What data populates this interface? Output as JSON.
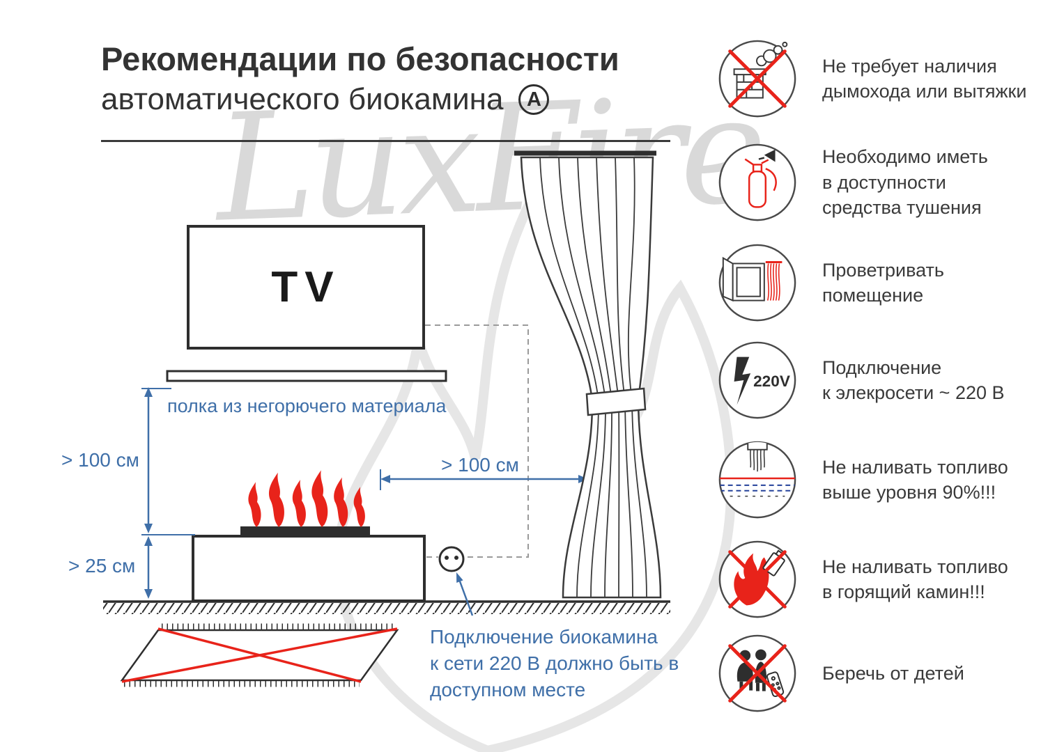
{
  "header": {
    "title_line1": "Рекомендации по безопасности",
    "title_line2": "автоматического биокамина",
    "badge": "A"
  },
  "watermark": {
    "text": "LuxFire"
  },
  "colors": {
    "accent_blue": "#3f6fa8",
    "alert_red": "#e8231a"
  },
  "diagram": {
    "tv_label": "TV",
    "shelf_label": "полка из негорючего материала",
    "dim_shelf_height": "> 100 см",
    "dim_base_height": "> 25 см",
    "dim_curtain_distance": "> 100 см",
    "outlet_note": "Подключение биокамина\nк сети 220 В должно быть в\nдоступном месте"
  },
  "safety_items": [
    {
      "icon": "no-chimney-icon",
      "label": "Не требует наличия\nдымохода или вытяжки"
    },
    {
      "icon": "extinguisher-icon",
      "label": "Необходимо иметь\nв доступности\nсредства тушения"
    },
    {
      "icon": "ventilation-icon",
      "label": "Проветривать\nпомещение"
    },
    {
      "icon": "power-220v-icon",
      "icon_text": "220V",
      "label": "Подключение\nк элекросети ~ 220 В"
    },
    {
      "icon": "fuel-level-icon",
      "label": "Не наливать топливо\nвыше уровня 90%!!!"
    },
    {
      "icon": "no-refuel-burning-icon",
      "label": "Не наливать топливо\nв горящий камин!!!"
    },
    {
      "icon": "keep-from-children-icon",
      "label": "Беречь от детей"
    }
  ]
}
